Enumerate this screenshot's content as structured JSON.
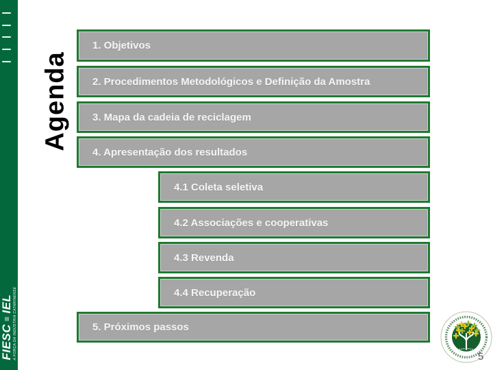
{
  "slide": {
    "section_title": "Agenda",
    "page_number": "5"
  },
  "sidebar": {
    "brand": {
      "primary": "FIESC",
      "separator": "≡",
      "secondary": "IEL",
      "tagline": "A FORÇA DA INDÚSTRIA CATARINENSE"
    }
  },
  "agenda": {
    "items": [
      {
        "label": "1. Objetivos",
        "level": "main"
      },
      {
        "label": "2. Procedimentos Metodológicos e Definição da Amostra",
        "level": "main"
      },
      {
        "label": "3. Mapa da cadeia de reciclagem",
        "level": "main"
      },
      {
        "label": "4. Apresentação dos resultados",
        "level": "main"
      },
      {
        "label": "4.1 Coleta seletiva",
        "level": "sub"
      },
      {
        "label": "4.2 Associações e cooperativas",
        "level": "sub"
      },
      {
        "label": "4.3 Revenda",
        "level": "sub"
      },
      {
        "label": "4.4 Recuperação",
        "level": "sub"
      },
      {
        "label": "5. Próximos passos",
        "level": "main"
      }
    ]
  },
  "colors": {
    "sidebar_green": "#03693C",
    "box_border_green": "#1F7A31",
    "box_fill_gray": "#A6A6A6",
    "box_text_white": "#F4F4F4",
    "page_number_gray": "#595959",
    "seal_inner_green": "#155F2D",
    "seal_foliage_yellow": "#E9C91C",
    "seal_foliage_green": "#95B83D"
  }
}
